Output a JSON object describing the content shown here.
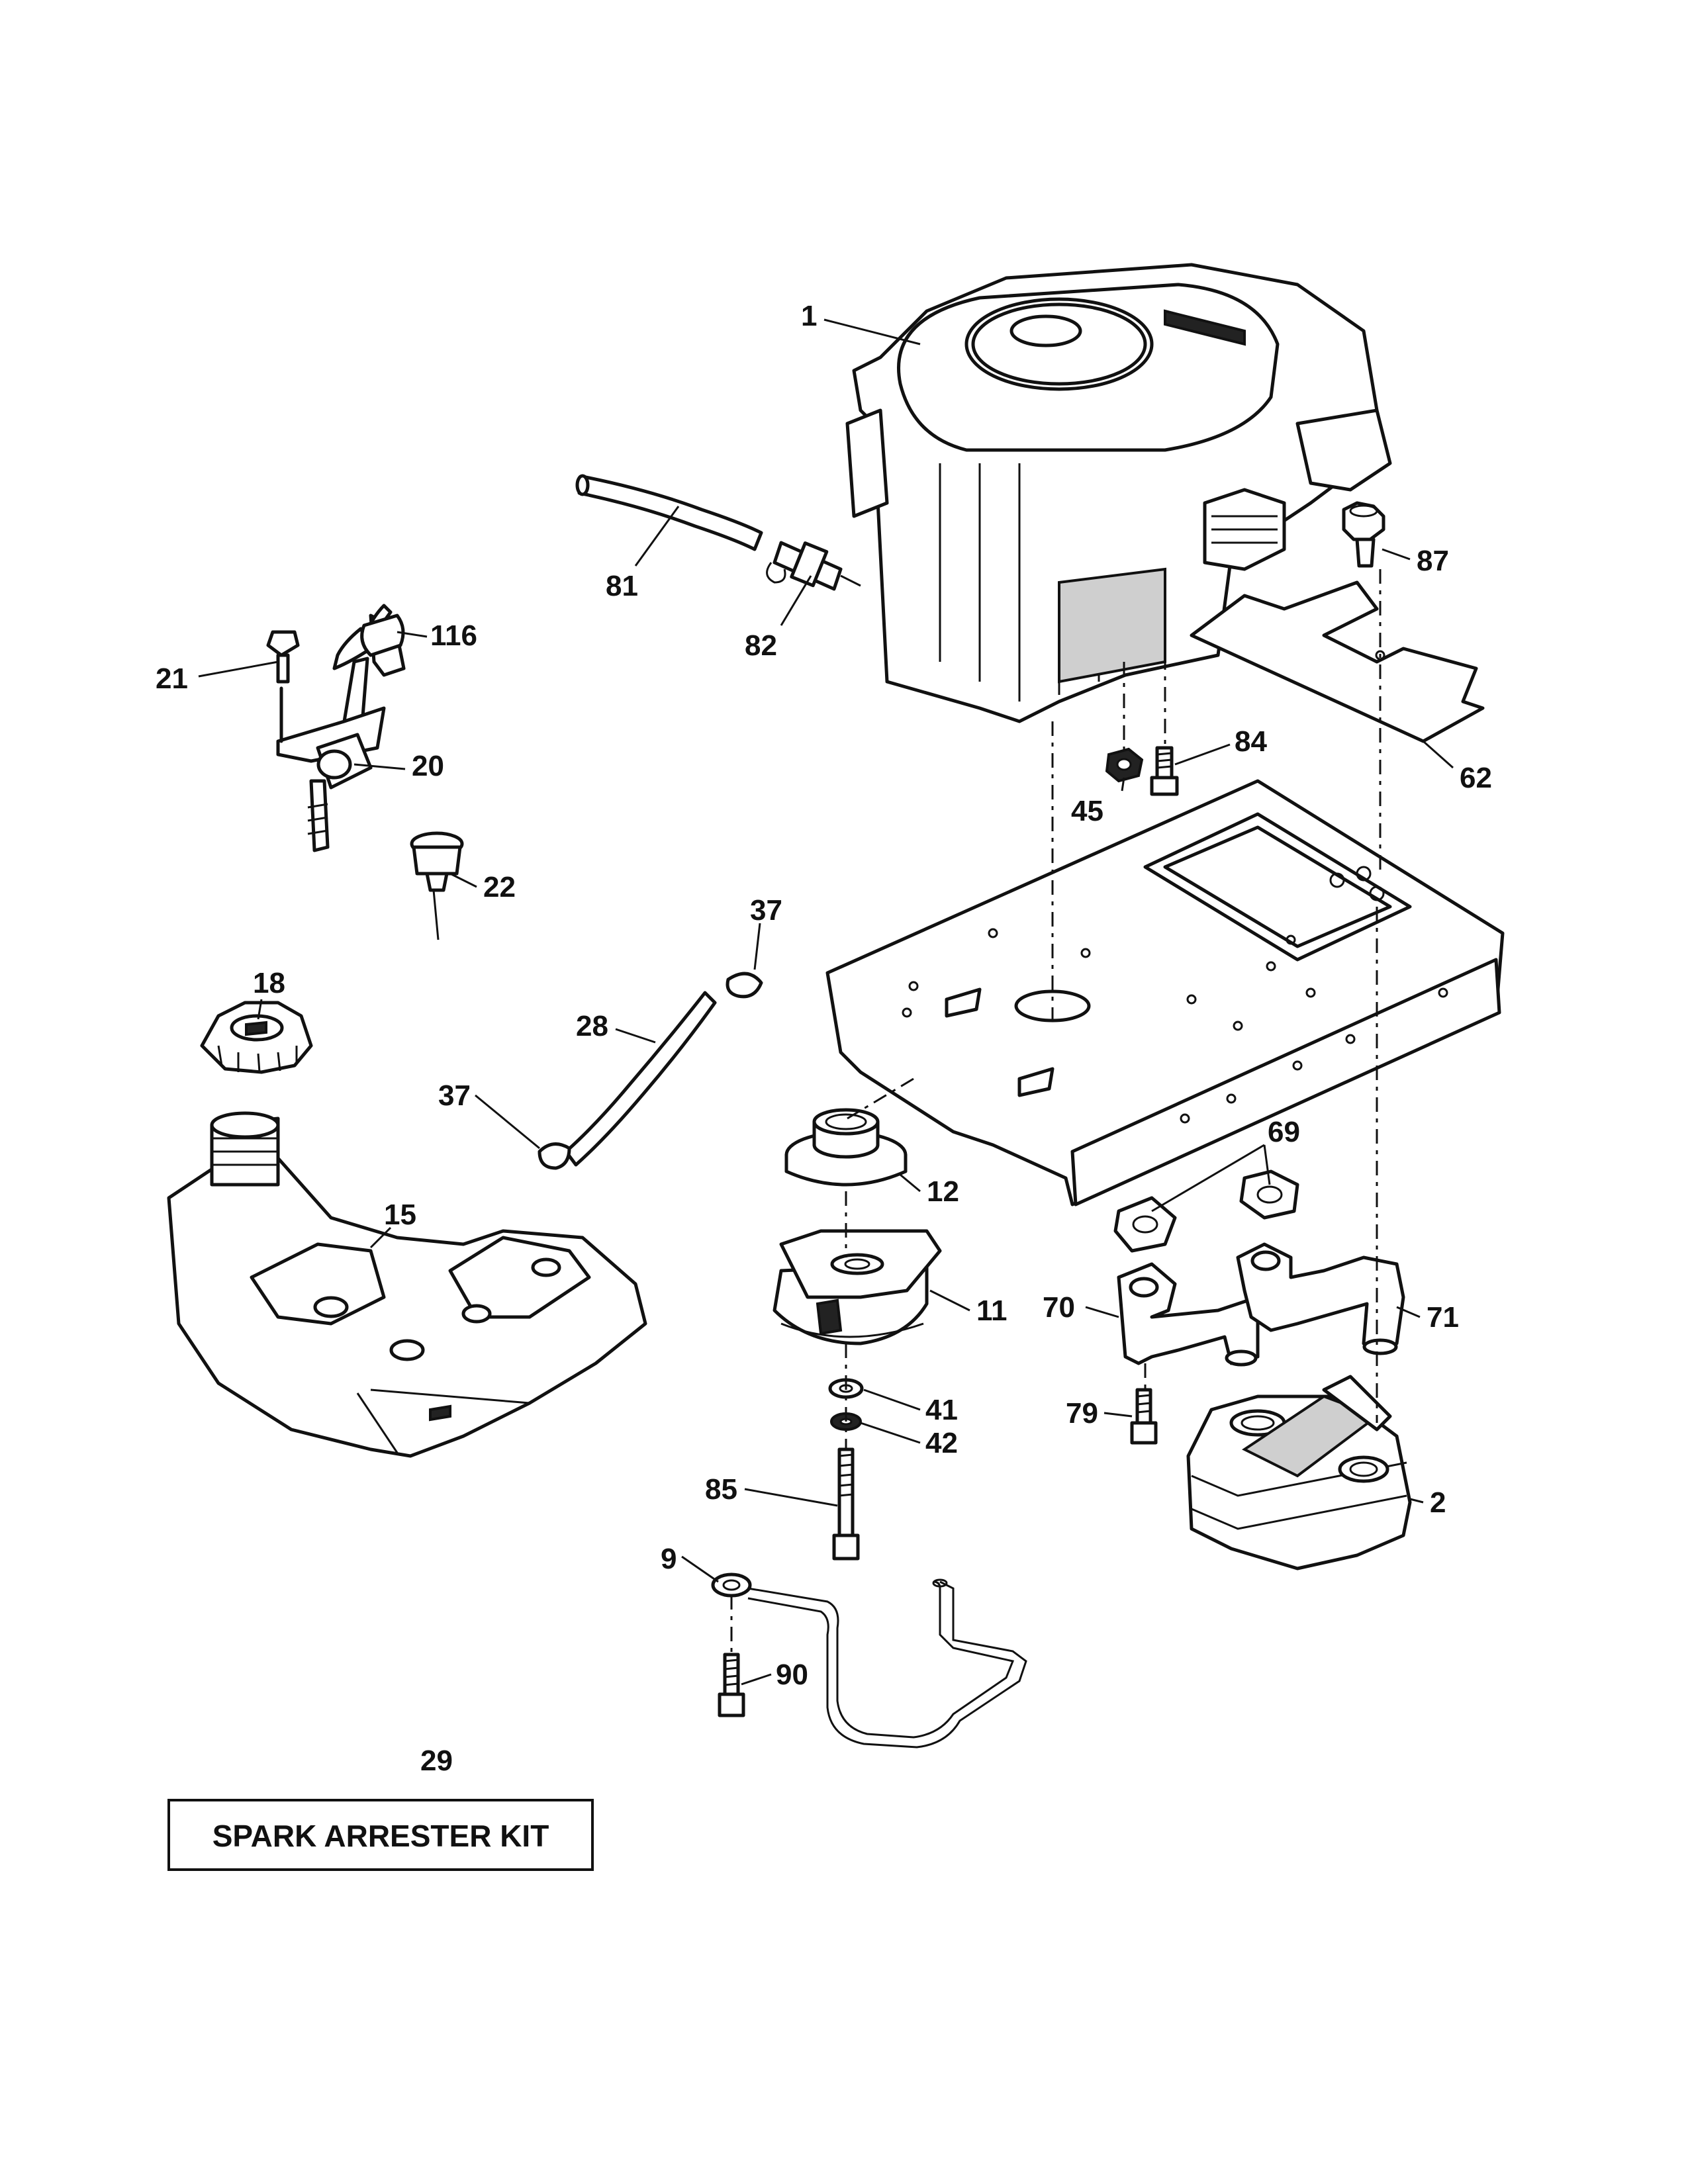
{
  "callouts": {
    "p1": "1",
    "p81": "81",
    "p82": "82",
    "p87": "87",
    "p116": "116",
    "p21": "21",
    "p20": "20",
    "p84": "84",
    "p45": "45",
    "p62": "62",
    "p22": "22",
    "p37a": "37",
    "p28": "28",
    "p37b": "37",
    "p18": "18",
    "p15": "15",
    "p12": "12",
    "p69": "69",
    "p11": "11",
    "p70": "70",
    "p71": "71",
    "p41": "41",
    "p42": "42",
    "p79": "79",
    "p85": "85",
    "p2": "2",
    "p9": "9",
    "p90": "90",
    "p29": "29"
  },
  "kit_label": "SPARK ARRESTER KIT"
}
